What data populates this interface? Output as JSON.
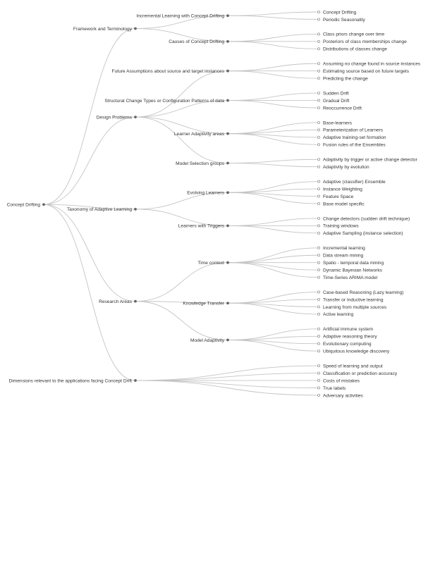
{
  "tree": {
    "name": "Concept Drifting",
    "children": [
      {
        "name": "Framework and Terminology",
        "children": [
          {
            "name": "Incremental Learning with Concept Drifting",
            "children": [
              {
                "name": "Concept Drifting"
              },
              {
                "name": "Periodic Seasonality"
              }
            ]
          },
          {
            "name": "Causes of Concept Drifting",
            "children": [
              {
                "name": "Class priors change over time"
              },
              {
                "name": "Posteriors of class memberships change"
              },
              {
                "name": "Distributions of classes change"
              }
            ]
          }
        ]
      },
      {
        "name": "Design Problems",
        "children": [
          {
            "name": "Future Assumptions about source and target instances",
            "children": [
              {
                "name": "Assuming no change found in source instances"
              },
              {
                "name": "Estimating source based on future targets"
              },
              {
                "name": "Predicting the change"
              }
            ]
          },
          {
            "name": "Structural Change Types or Configuration Patterns of data",
            "children": [
              {
                "name": "Sudden Drift"
              },
              {
                "name": "Gradual Drift"
              },
              {
                "name": "Reoccurrence Drift"
              }
            ]
          },
          {
            "name": "Learner Adaptivity areas",
            "children": [
              {
                "name": "Base-learners"
              },
              {
                "name": "Parameterization of Learners"
              },
              {
                "name": "Adaptive training-set formation"
              },
              {
                "name": "Fusion rules of the Ensembles"
              }
            ]
          },
          {
            "name": "Model Selection groups",
            "children": [
              {
                "name": "Adaptivity by trigger or active change detector"
              },
              {
                "name": "Adaptivity by evolution"
              }
            ]
          }
        ]
      },
      {
        "name": "Taxonomy of Adaptive Learning",
        "children": [
          {
            "name": "Evolving Learners",
            "children": [
              {
                "name": "Adaptive (classifier) Ensemble"
              },
              {
                "name": "Instance Weighting"
              },
              {
                "name": "Feature Space"
              },
              {
                "name": "Base model specific"
              }
            ]
          },
          {
            "name": "Learners with Triggers",
            "children": [
              {
                "name": "Change detectors (sudden drift technique)"
              },
              {
                "name": "Training windows"
              },
              {
                "name": "Adaptive Sampling (instance selection)"
              }
            ]
          }
        ]
      },
      {
        "name": "Research Areas",
        "children": [
          {
            "name": "Time context",
            "children": [
              {
                "name": "Incremental learning"
              },
              {
                "name": "Data stream mining"
              },
              {
                "name": "Spatio - temporal data mining"
              },
              {
                "name": "Dynamic Bayesian Networks"
              },
              {
                "name": "Time-Series ARIMA model"
              }
            ]
          },
          {
            "name": "Knowledge Transfer",
            "children": [
              {
                "name": "Case-based Reasoning (Lazy learning)"
              },
              {
                "name": "Transfer or Inductive learning"
              },
              {
                "name": "Learning from multiple sources"
              },
              {
                "name": "Active learning"
              }
            ]
          },
          {
            "name": "Model Adaptivity",
            "children": [
              {
                "name": "Artificial immune system"
              },
              {
                "name": "Adaptive reasoning theory"
              },
              {
                "name": "Evolutionary computing"
              },
              {
                "name": "Ubiquitous knowledge discovery"
              }
            ]
          }
        ]
      },
      {
        "name": "Dimensions relevant to the applications facing Concept Drift",
        "children": [
          {
            "name": "Speed of learning and output"
          },
          {
            "name": "Classification or prediction accuracy"
          },
          {
            "name": "Costs of mistakes"
          },
          {
            "name": "True labels"
          },
          {
            "name": "Adversary activities"
          }
        ]
      }
    ]
  }
}
